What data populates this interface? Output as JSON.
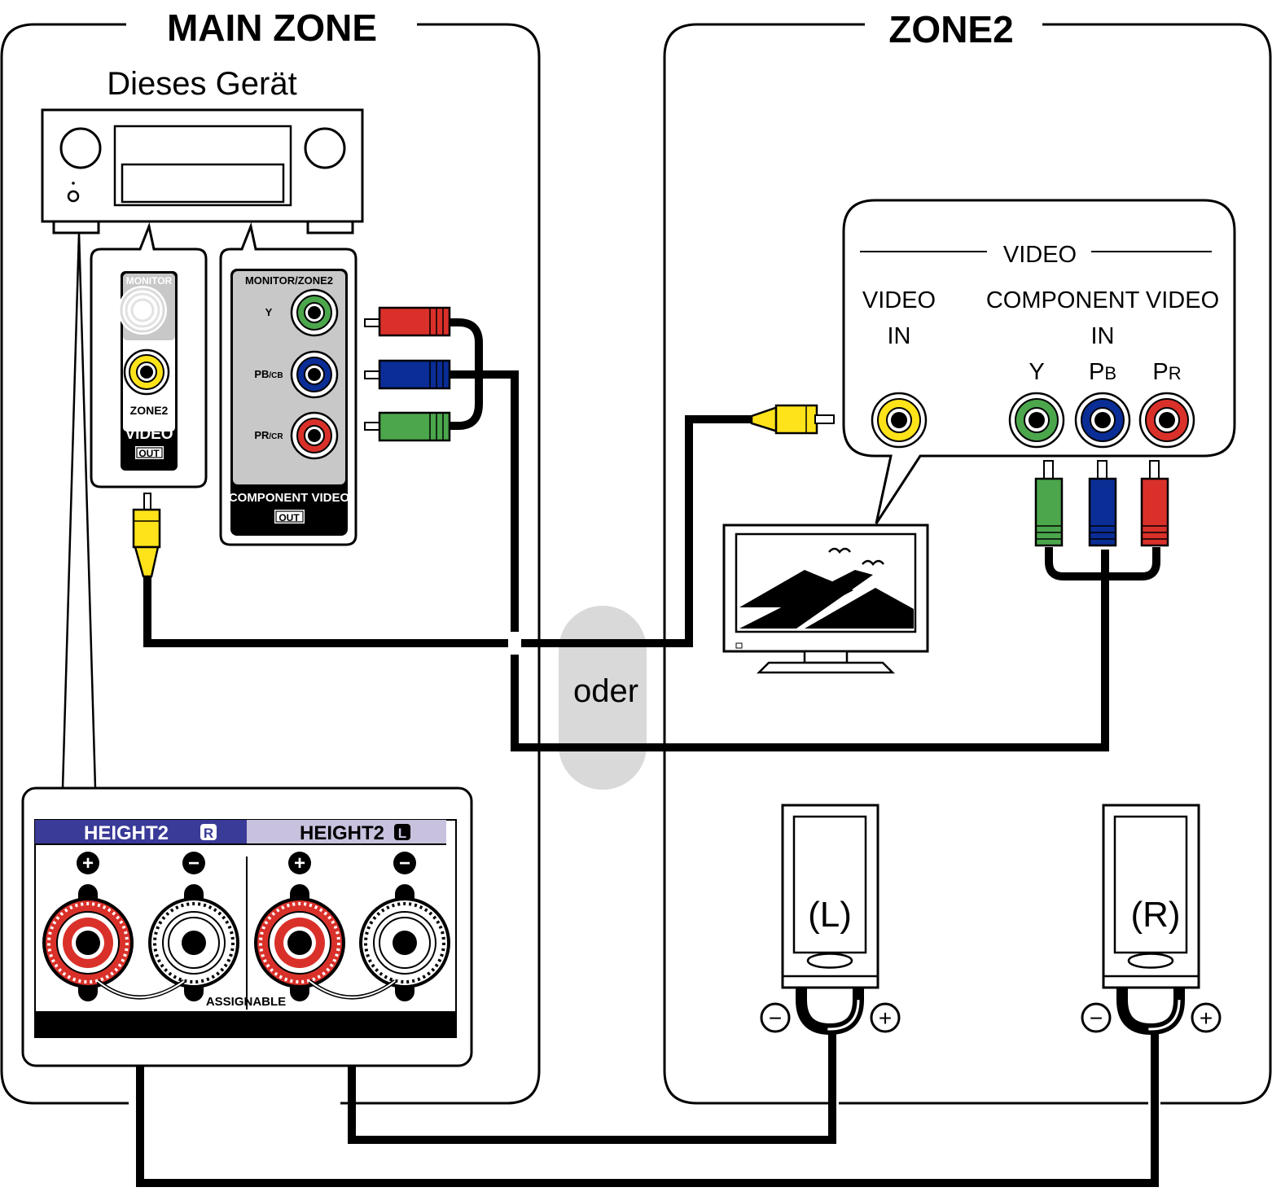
{
  "zones": {
    "main_title": "MAIN ZONE",
    "zone2_title": "ZONE2"
  },
  "device": {
    "caption": "Dieses Gerät"
  },
  "video_out_panel": {
    "monitor_label": "MONITOR",
    "zone2_label": "ZONE2",
    "video_label": "VIDEO",
    "out_label": "OUT"
  },
  "component_out_panel": {
    "header": "MONITOR/ZONE2",
    "jack_y": "Y",
    "jack_pb_main": "PB",
    "jack_pb_sub": "/CB",
    "jack_pr_main": "PR",
    "jack_pr_sub": "/CR",
    "footer": "COMPONENT VIDEO",
    "out_label": "OUT"
  },
  "tv_callout": {
    "section_title": "VIDEO",
    "video_in_line1": "VIDEO",
    "video_in_line2": "IN",
    "component_line1": "COMPONENT VIDEO",
    "component_line2": "IN",
    "jack_y": "Y",
    "jack_pb_main": "P",
    "jack_pb_sub": "B",
    "jack_pr_main": "P",
    "jack_pr_sub": "R"
  },
  "or_label": "oder",
  "speaker_panel": {
    "height2_r_label": "HEIGHT2",
    "height2_r_badge": "R",
    "height2_l_label": "HEIGHT2",
    "height2_l_badge": "L",
    "plus_symbol": "+",
    "minus_symbol": "−",
    "assignable_label": "ASSIGNABLE"
  },
  "speakers": {
    "left_label": "(L)",
    "right_label": "(R)",
    "minus_symbol": "−",
    "plus_symbol": "+"
  },
  "colors": {
    "video_yellow": "#FFE31A",
    "comp_green": "#4CA64C",
    "comp_blue": "#0A2D96",
    "comp_red": "#D9312A",
    "panel_grey": "#C8C8C8",
    "oder_grey": "#D9D9D9",
    "height2_r_bg": "#3A3A98",
    "height2_l_bg": "#C8C2DE",
    "speaker_terminal_red": "#D9312A"
  }
}
